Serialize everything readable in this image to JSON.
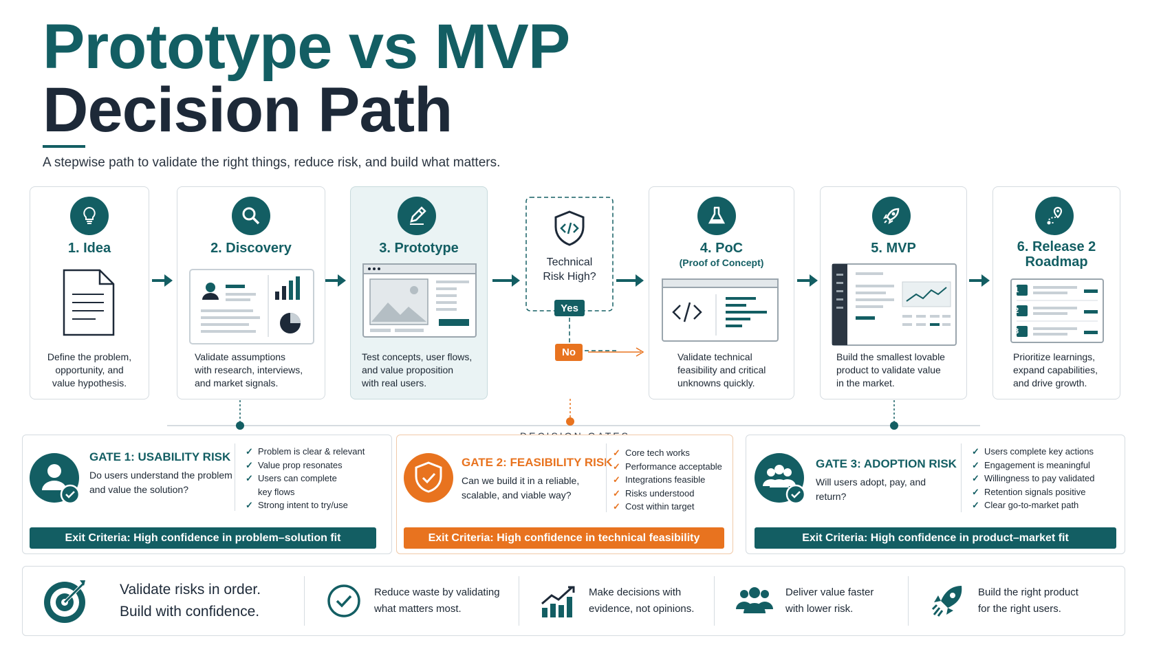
{
  "header": {
    "title_part1": "Prototype vs",
    "title_part2": "MVP",
    "title_line2": "Decision Path",
    "subtitle": "A stepwise path to validate the right things, reduce risk, and build what matters."
  },
  "colors": {
    "teal": "#135e63",
    "orange": "#e8731f",
    "dark": "#1d2938"
  },
  "steps": [
    {
      "title": "1. Idea",
      "icon": "lightbulb-icon",
      "desc": [
        "Define the problem,",
        "opportunity, and",
        "value hypothesis."
      ]
    },
    {
      "title": "2. Discovery",
      "icon": "search-icon",
      "desc": [
        "Validate assumptions",
        "with research, interviews,",
        "and market signals."
      ]
    },
    {
      "title": "3. Prototype",
      "icon": "pencil-icon",
      "desc": [
        "Test concepts, user flows,",
        "and value proposition",
        "with real users."
      ]
    },
    {
      "title": "4. PoC",
      "subtitle": "(Proof of Concept)",
      "icon": "flask-icon",
      "desc": [
        "Validate technical",
        "feasibility and critical",
        "unknowns quickly."
      ]
    },
    {
      "title": "5. MVP",
      "icon": "rocket-icon",
      "desc": [
        "Build the smallest lovable",
        "product to validate value",
        "in the market."
      ]
    },
    {
      "title_line1": "6. Release 2",
      "title_line2": "Roadmap",
      "icon": "roadmap-pin-icon",
      "desc": [
        "Prioritize learnings,",
        "expand capabilities,",
        "and drive growth."
      ],
      "list_numbers": [
        "1",
        "2",
        "3"
      ]
    }
  ],
  "decision": {
    "label_line1": "Technical",
    "label_line2": "Risk High?",
    "icon": "shield-code-icon",
    "yes": "Yes",
    "no": "No"
  },
  "gates_label": "DECISION GATES",
  "gates": [
    {
      "title": "GATE 1:  USABILITY RISK",
      "question": [
        "Do users understand the problem",
        "and value the solution?"
      ],
      "icon": "user-check-icon",
      "checks": [
        "Problem is clear & relevant",
        "Value prop resonates",
        "Users can complete",
        "key flows",
        "Strong intent to try/use"
      ],
      "exit": "Exit Criteria:  High confidence in problem–solution fit"
    },
    {
      "title": "GATE 2: FEASIBILITY RISK",
      "question": [
        "Can we build it in a reliable,",
        "scalable, and viable way?"
      ],
      "icon": "shield-check-icon",
      "checks": [
        "Core tech works",
        "Performance acceptable",
        "Integrations feasible",
        "Risks understood",
        "Cost within target"
      ],
      "exit": "Exit Criteria:  High confidence in technical feasibility"
    },
    {
      "title": "GATE 3: ADOPTION RISK",
      "question": [
        "Will users adopt, pay, and",
        "return?"
      ],
      "icon": "users-check-icon",
      "checks": [
        "Users complete key actions",
        "Engagement is meaningful",
        "Willingness to pay validated",
        "Retention signals positive",
        "Clear go-to-market path"
      ],
      "exit": "Exit Criteria:  High confidence in product–market fit"
    }
  ],
  "bottom": {
    "main_line1": "Validate risks in order.",
    "main_line2": "Build with confidence.",
    "items": [
      {
        "icon": "check-circle-icon",
        "line1": "Reduce waste by validating",
        "line2": "what matters most."
      },
      {
        "icon": "growth-chart-icon",
        "line1": "Make decisions with",
        "line2": "evidence, not opinions."
      },
      {
        "icon": "team-icon",
        "line1": "Deliver value faster",
        "line2": "with lower risk."
      },
      {
        "icon": "rocket-icon",
        "line1": "Build the right product",
        "line2": "for the right users."
      }
    ]
  }
}
